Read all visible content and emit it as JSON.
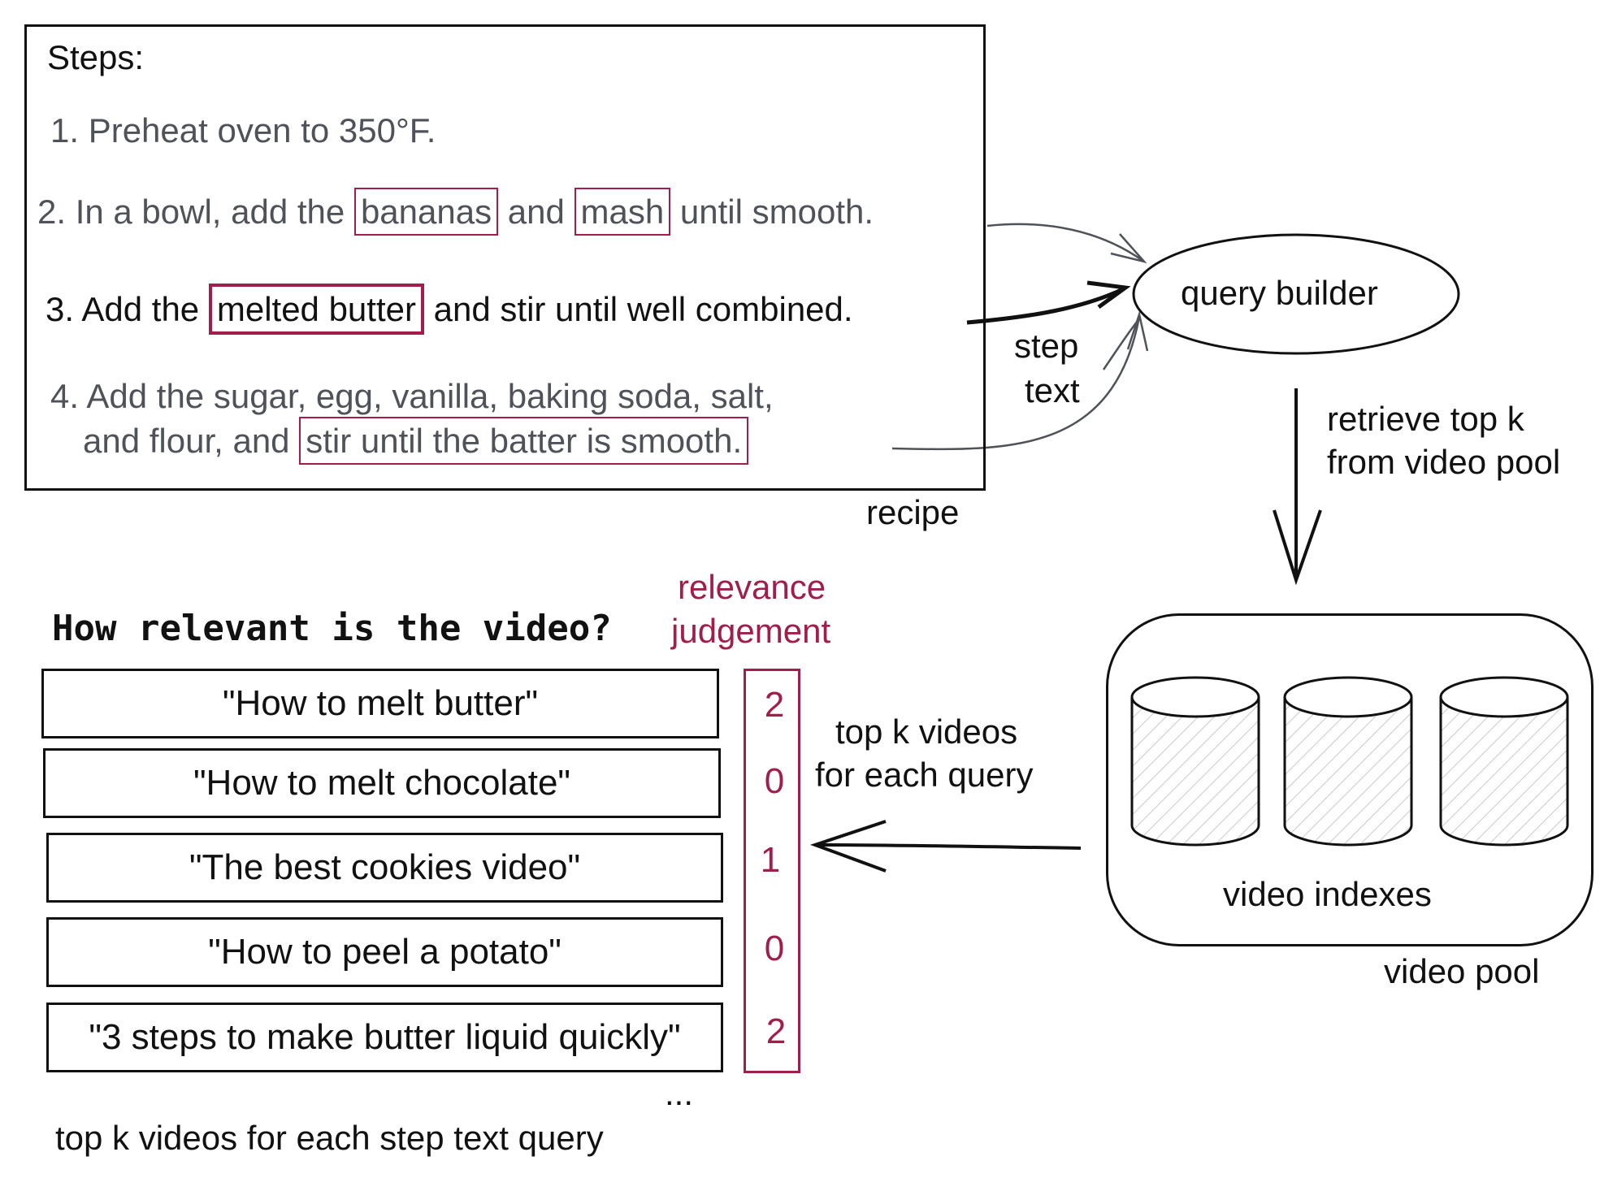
{
  "recipe": {
    "title": "Steps:",
    "step1": "1. Preheat oven to 350°F.",
    "step2_a": "2. In a bowl, add the",
    "step2_hl1": "bananas",
    "step2_b": "and",
    "step2_hl2": "mash",
    "step2_c": "until smooth.",
    "step3_a": "3. Add the",
    "step3_hl": "melted butter",
    "step3_b": "and stir until well combined.",
    "step4_line1": "4. Add the sugar, egg, vanilla, baking soda, salt,",
    "step4_a": "and flour, and",
    "step4_hl": "stir until the batter is smooth.",
    "caption": "recipe"
  },
  "step_text_label": [
    "step",
    "text"
  ],
  "query_builder": "query builder",
  "retrieve_label": [
    "retrieve top k",
    "from video pool"
  ],
  "video_pool": {
    "indexes_label": "video indexes",
    "caption": "video pool"
  },
  "top_k_label": [
    "top k videos",
    "for each query"
  ],
  "relevance": {
    "question": "How relevant is the video?",
    "judgement_label": [
      "relevance",
      "judgement"
    ],
    "videos": [
      "\"How to melt butter\"",
      "\"How to melt chocolate\"",
      "\"The best cookies video\"",
      "\"How to peel a potato\"",
      "\"3 steps to make butter liquid quickly\""
    ],
    "scores": [
      "2",
      "0",
      "1",
      "0",
      "2"
    ],
    "ellipsis": "...",
    "caption": "top k videos for each step text query"
  },
  "colors": {
    "highlight": "#a11d4a",
    "gray_text": "#4f5359",
    "ink": "#111111"
  }
}
